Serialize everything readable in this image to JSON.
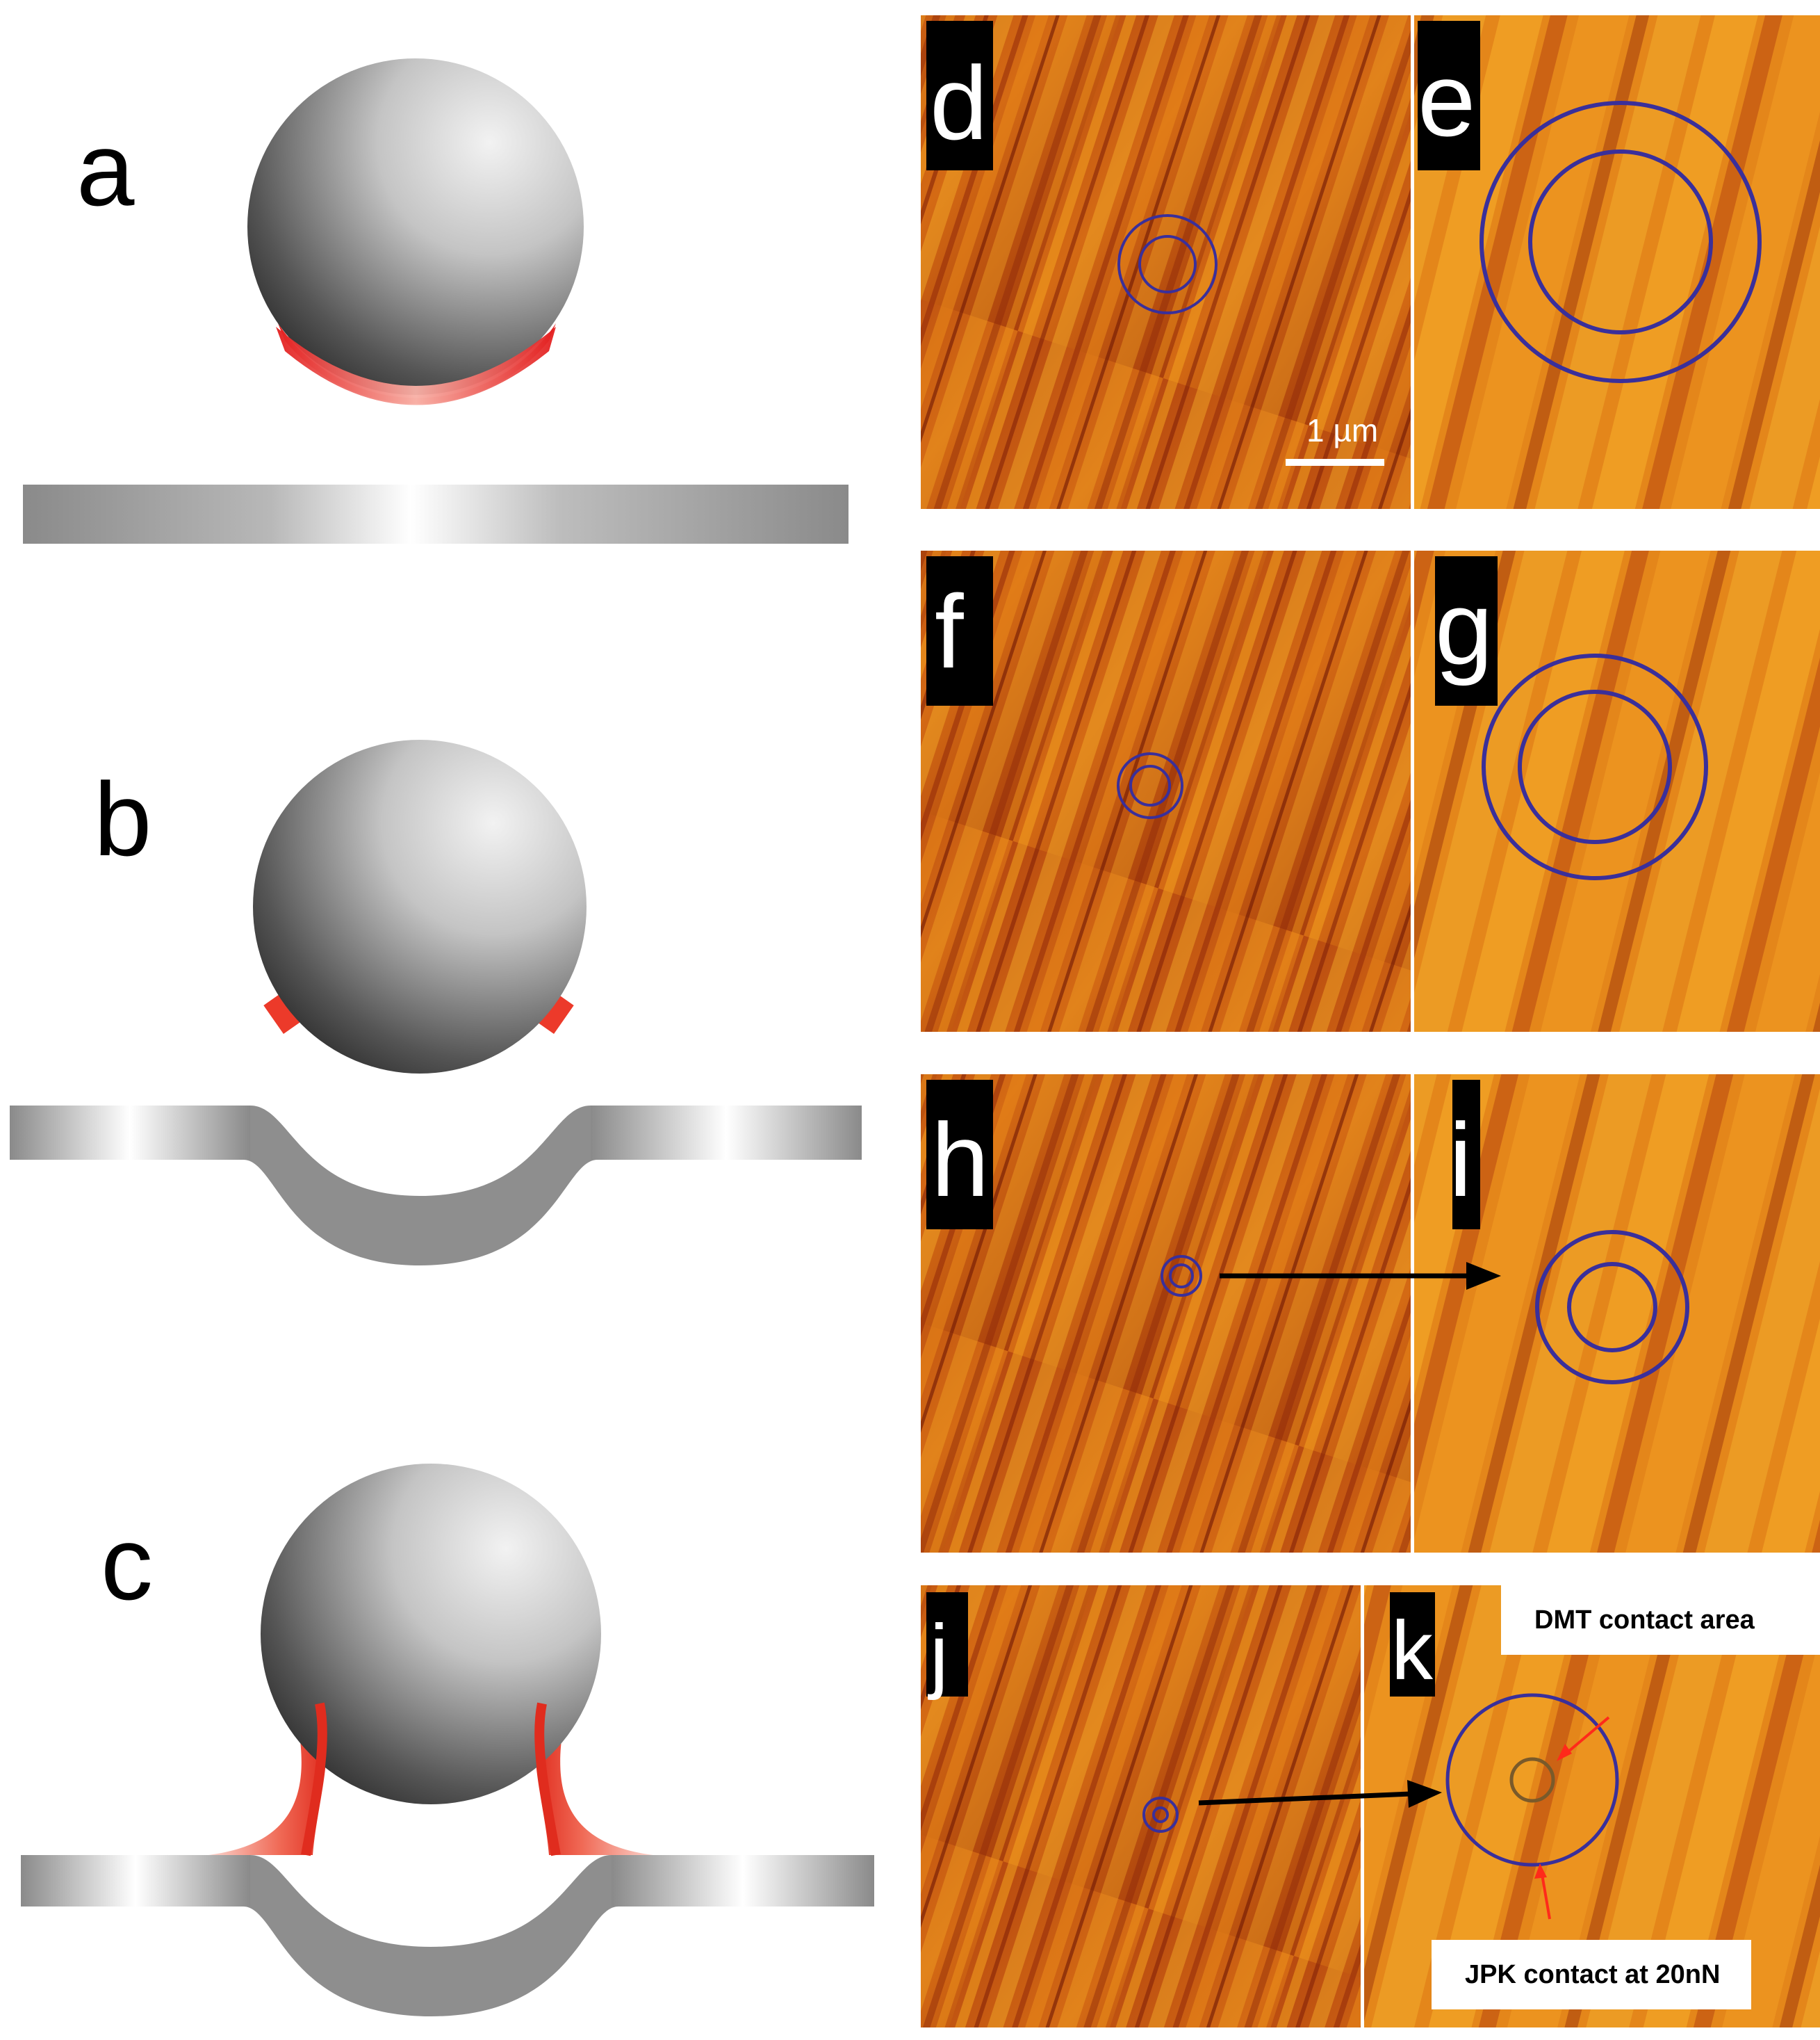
{
  "panels": {
    "a": "a",
    "b": "b",
    "c": "c",
    "d": "d",
    "e": "e",
    "f": "f",
    "g": "g",
    "h": "h",
    "i": "i",
    "j": "j",
    "k": "k"
  },
  "scale_bar": {
    "label": "1 µm"
  },
  "annotations": {
    "dmt": "DMT contact area",
    "jpk": "JPK contact at 20nN"
  },
  "colors": {
    "afm_dark": "#8a1e08",
    "afm_mid": "#c9580f",
    "afm_light": "#f6a21c",
    "contact_ring": "#3a2f9a",
    "meniscus_red": "#e83b2c",
    "sphere_dark": "#2a2a2a",
    "sphere_light": "#eeeeee",
    "membrane_gray": "#8c8c8c"
  }
}
